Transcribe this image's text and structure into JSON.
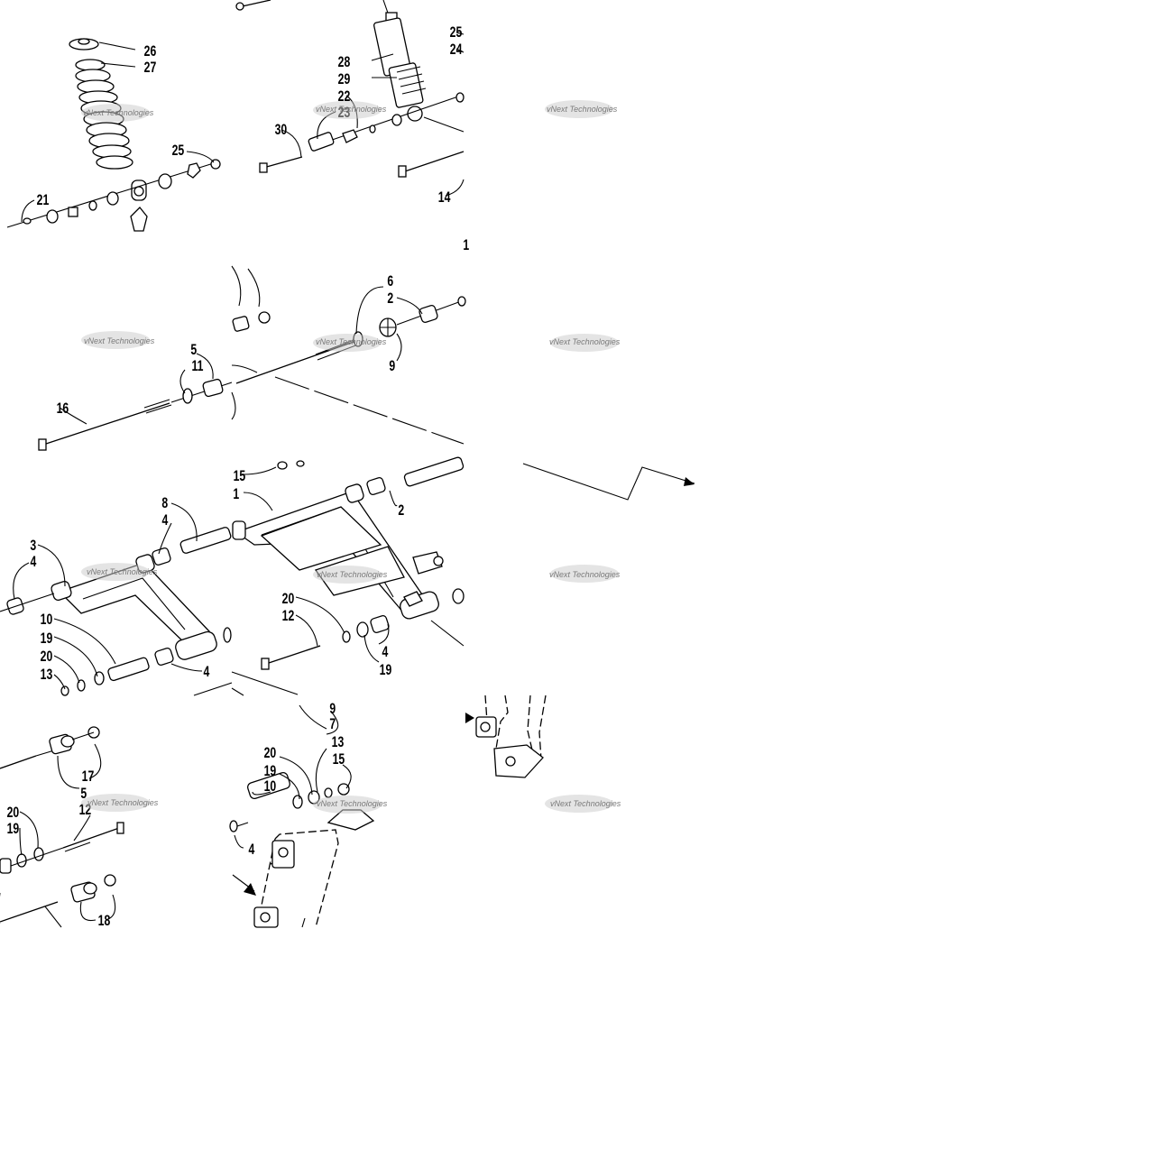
{
  "watermark": "vNext Technologies",
  "callouts": {
    "t1": [
      "26",
      "27",
      "25",
      "21"
    ],
    "t2": [
      "28",
      "29",
      "22",
      "23",
      "30",
      "25",
      "24",
      "14",
      "1"
    ],
    "t4": [
      "5",
      "11",
      "16"
    ],
    "t5": [
      "6",
      "2",
      "9"
    ],
    "t7": [
      "3",
      "4",
      "8",
      "4",
      "10",
      "19",
      "20",
      "13",
      "4"
    ],
    "t8": [
      "15",
      "1",
      "2",
      "20",
      "12",
      "4",
      "19",
      "9",
      "7"
    ],
    "t10": [
      "17",
      "5",
      "20",
      "19",
      "12",
      "18"
    ],
    "t11": [
      "20",
      "19",
      "10",
      "13",
      "15",
      "4"
    ]
  },
  "icons": [
    "arrow-icon"
  ]
}
